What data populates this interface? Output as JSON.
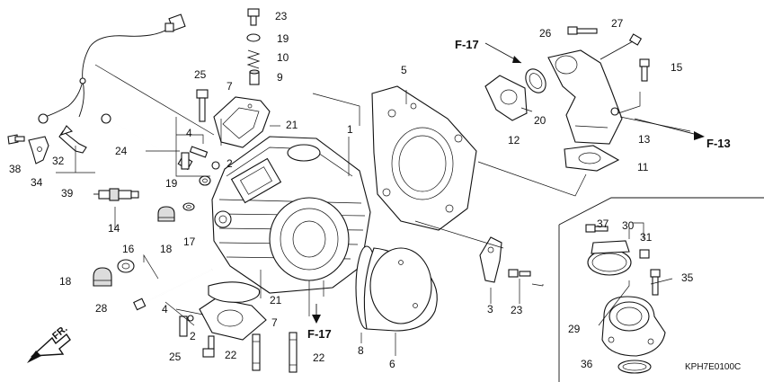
{
  "diagram": {
    "part_numbers": [
      "1",
      "2",
      "3",
      "4",
      "5",
      "6",
      "7",
      "8",
      "9",
      "10",
      "11",
      "12",
      "13",
      "14",
      "15",
      "16",
      "17",
      "18",
      "19",
      "20",
      "21",
      "22",
      "23",
      "24",
      "25",
      "26",
      "27",
      "28",
      "29",
      "30",
      "31",
      "32",
      "34",
      "35",
      "36",
      "37",
      "38",
      "39"
    ],
    "callouts": {
      "c1": "1",
      "c2a": "2",
      "c2b": "2",
      "c3": "3",
      "c4a": "4",
      "c4b": "4",
      "c5": "5",
      "c6": "6",
      "c7a": "7",
      "c7b": "7",
      "c8": "8",
      "c9": "9",
      "c10": "10",
      "c11": "11",
      "c12": "12",
      "c13": "13",
      "c14": "14",
      "c15": "15",
      "c16": "16",
      "c17a": "17",
      "c18a": "18",
      "c18b": "18",
      "c19a": "19",
      "c19b": "19",
      "c20": "20",
      "c21a": "21",
      "c21b": "21",
      "c22a": "22",
      "c22b": "22",
      "c23a": "23",
      "c23b": "23",
      "c24": "24",
      "c25a": "25",
      "c25b": "25",
      "c26": "26",
      "c27": "27",
      "c28": "28",
      "c29": "29",
      "c30": "30",
      "c31": "31",
      "c32": "32",
      "c34": "34",
      "c35": "35",
      "c36": "36",
      "c37": "37",
      "c38": "38",
      "c39": "39"
    },
    "references": {
      "f17_top": "F-17",
      "f17_bottom": "F-17",
      "f13": "F-13"
    },
    "front_marker": "FR.",
    "diagram_code": "KPH7E0100C",
    "colors": {
      "line": "#111111",
      "background": "#ffffff",
      "shade": "#dcdcdc"
    }
  }
}
